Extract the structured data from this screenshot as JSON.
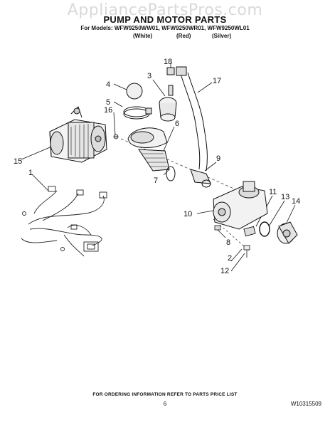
{
  "watermark": "AppliancePartsPros.com",
  "header": {
    "title": "PUMP AND MOTOR PARTS",
    "models": "For Models: WFW9250WW01, WFW9250WR01, WFW9250WL01",
    "variants": [
      "(White)",
      "(Red)",
      "(Silver)"
    ]
  },
  "callouts": {
    "c1": "1",
    "c2": "2",
    "c3": "3",
    "c4": "4",
    "c5": "5",
    "c6": "6",
    "c7": "7",
    "c8": "8",
    "c9": "9",
    "c10": "10",
    "c11": "11",
    "c12": "12",
    "c13": "13",
    "c14": "14",
    "c15": "15",
    "c16": "16",
    "c17": "17",
    "c18": "18"
  },
  "footer": {
    "note": "FOR ORDERING INFORMATION REFER TO PARTS PRICE LIST",
    "page": "6",
    "doc_number": "W10315509"
  }
}
